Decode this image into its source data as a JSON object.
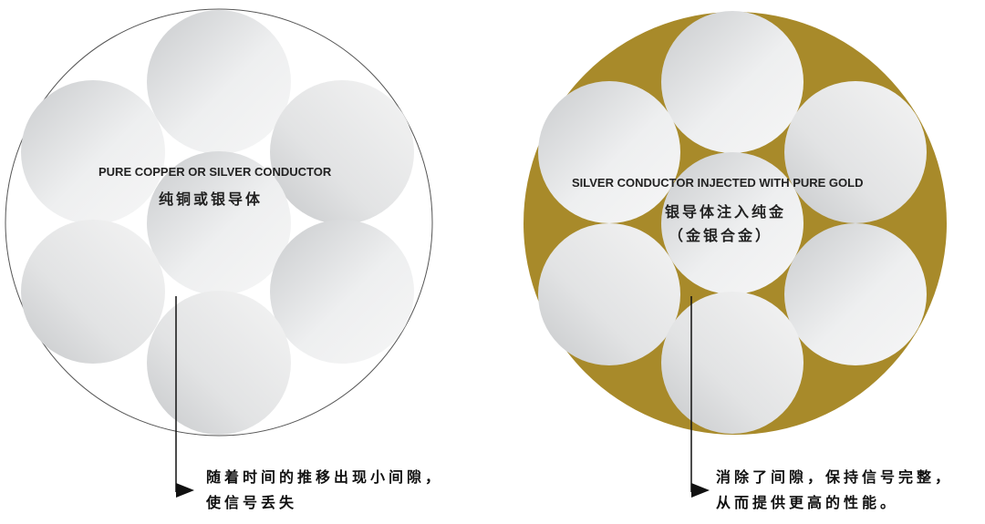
{
  "colors": {
    "gold": "#a88a2a",
    "strand_light": "#f2f2f2",
    "strand_dark": "#c4c6c8",
    "outline": "#555555"
  },
  "left": {
    "title_en": "PURE COPPER OR SILVER CONDUCTOR",
    "title_zh": "纯铜或银导体",
    "note_line1": "随着时间的推移出现小间隙，",
    "note_line2": "使信号丢失"
  },
  "right": {
    "title_en": "SILVER CONDUCTOR INJECTED WITH PURE GOLD",
    "title_zh": "银导体注入纯金",
    "title_zh2": "（金银合金）",
    "note_line1": "消除了间隙，保持信号完整，",
    "note_line2": "从而提供更高的性能。"
  }
}
